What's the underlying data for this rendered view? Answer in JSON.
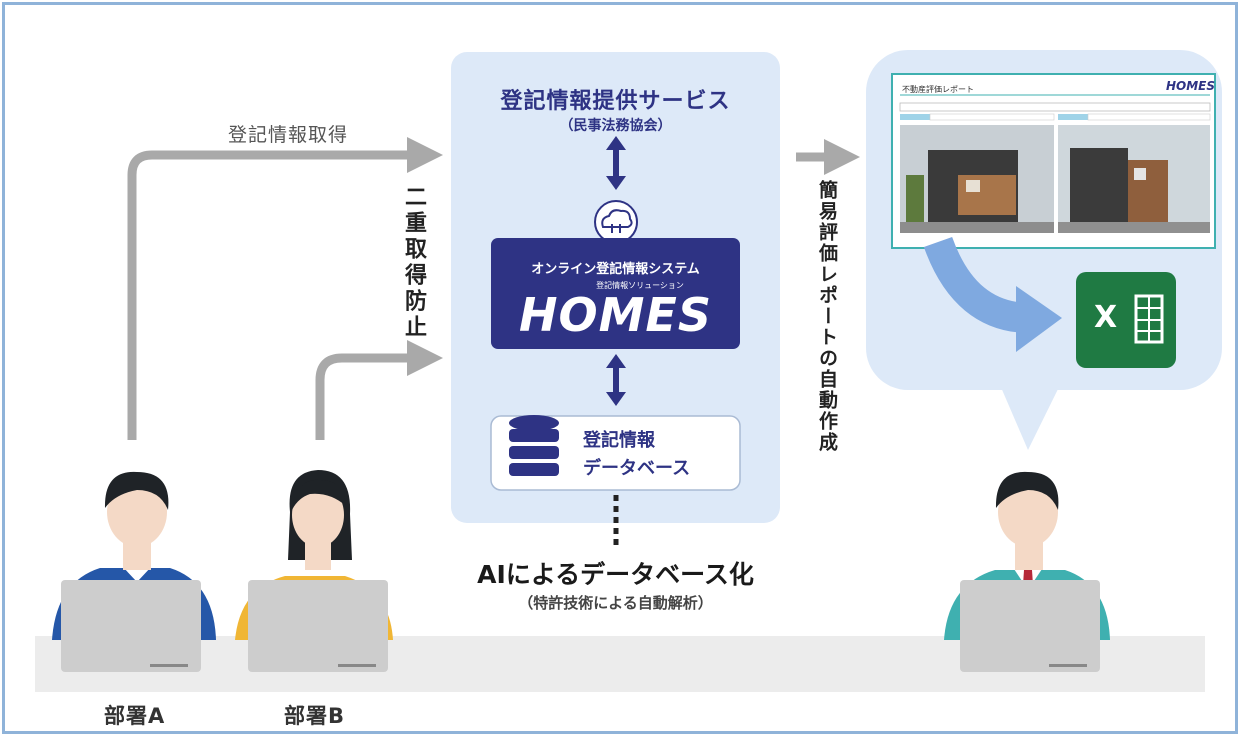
{
  "service": {
    "title": "登記情報提供サービス",
    "subtitle": "（民事法務協会）"
  },
  "system": {
    "name": "オンライン登記情報システム",
    "tagline": "登記情報ソリューション",
    "logo": "HOMES"
  },
  "database": {
    "line1": "登記情報",
    "line2": "データベース"
  },
  "ai": {
    "title": "AIによるデータベース化",
    "subtitle": "（特許技術による自動解析）"
  },
  "arrows": {
    "acquire_label": "登記情報取得",
    "duplicate_prevention": "二重取得防止",
    "report_auto": "簡易評価レポートの自動作成"
  },
  "report": {
    "title": "不動産評価レポート",
    "logo": "HOMES",
    "excel_letter": "X"
  },
  "departments": {
    "a": "部署A",
    "b": "部署B"
  },
  "colors": {
    "panel": "#dde9f8",
    "navy": "#2e3384",
    "arrow_gray": "#a9a9a9",
    "excel_green": "#1f7a43",
    "teal": "#3fb0b0",
    "skin": "#f4d9c6"
  }
}
